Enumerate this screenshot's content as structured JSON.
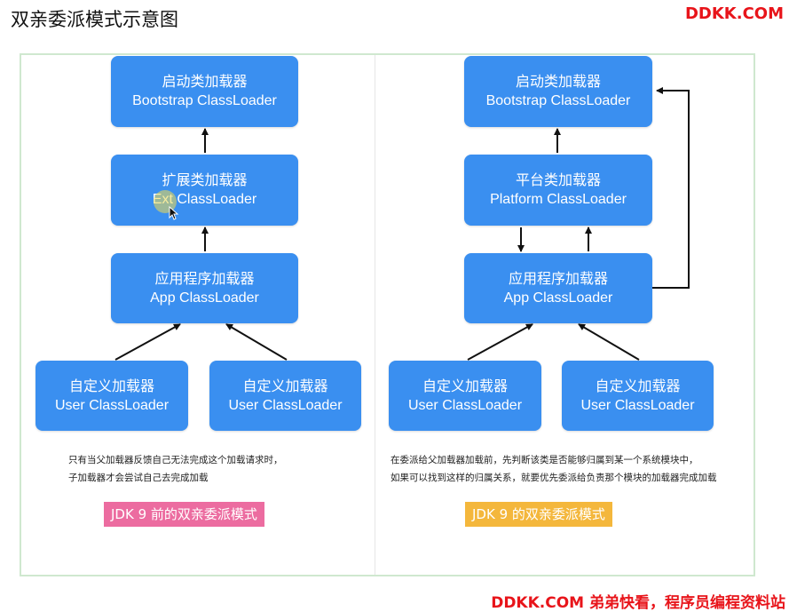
{
  "header": {
    "title": "双亲委派模式示意图",
    "brand_top": "DDKK.COM"
  },
  "footer": {
    "brand_bottom": "DDKK.COM 弟弟快看，程序员编程资料站"
  },
  "left": {
    "bootstrap": {
      "zh": "启动类加载器",
      "en": "Bootstrap ClassLoader"
    },
    "ext": {
      "zh": "扩展类加载器",
      "en": "Ext ClassLoader"
    },
    "app": {
      "zh": "应用程序加载器",
      "en": "App ClassLoader"
    },
    "user1": {
      "zh": "自定义加载器",
      "en": "User ClassLoader"
    },
    "user2": {
      "zh": "自定义加载器",
      "en": "User ClassLoader"
    },
    "desc_line1": "只有当父加载器反馈自己无法完成这个加载请求时，",
    "desc_line2": "子加载器才会尝试自己去完成加载",
    "tag": "JDK 9 前的双亲委派模式",
    "tag_color": "#ec6ca0"
  },
  "right": {
    "bootstrap": {
      "zh": "启动类加载器",
      "en": "Bootstrap ClassLoader"
    },
    "platform": {
      "zh": "平台类加载器",
      "en": "Platform ClassLoader"
    },
    "app": {
      "zh": "应用程序加载器",
      "en": "App ClassLoader"
    },
    "user1": {
      "zh": "自定义加载器",
      "en": "User ClassLoader"
    },
    "user2": {
      "zh": "自定义加载器",
      "en": "User ClassLoader"
    },
    "desc_line1": "在委派给父加载器加载前，先判断该类是否能够归属到某一个系统模块中，",
    "desc_line2": "如果可以找到这样的归属关系，就要优先委派给负责那个模块的加载器完成加载",
    "tag": "JDK 9 的双亲委派模式",
    "tag_color": "#f4b73c"
  },
  "colors": {
    "box": "#3a8ff0",
    "brand": "#e8141a",
    "arrow": "#111111"
  }
}
